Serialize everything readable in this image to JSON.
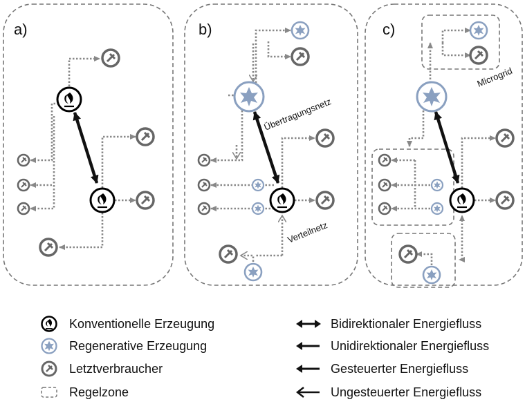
{
  "panels": [
    {
      "label": "a)"
    },
    {
      "label": "b)",
      "annotations": {
        "transmission": "Übertragungsnetz",
        "distribution": "Verteilnetz"
      }
    },
    {
      "label": "c)",
      "annotations": {
        "microgrid": "Microgrid"
      }
    }
  ],
  "legend": {
    "conventional": "Konventionelle Erzeugung",
    "renewable": "Regenerative Erzeugung",
    "consumer": "Letztverbraucher",
    "control_zone": "Regelzone",
    "bidirectional": "Bidirektionaler Energiefluss",
    "unidirectional": "Unidirektionaler Energiefluss",
    "controlled": "Gesteuerter Energiefluss",
    "uncontrolled": "Ungesteuerter Energiefluss"
  },
  "colors": {
    "conventional": "#000000",
    "renewable": "#8aa0c0",
    "consumer": "#666666",
    "zone_border": "#777777",
    "flow": "#888888"
  },
  "icons": {
    "conventional": "flame-icon",
    "renewable": "sun-icon",
    "consumer": "plug-icon"
  }
}
